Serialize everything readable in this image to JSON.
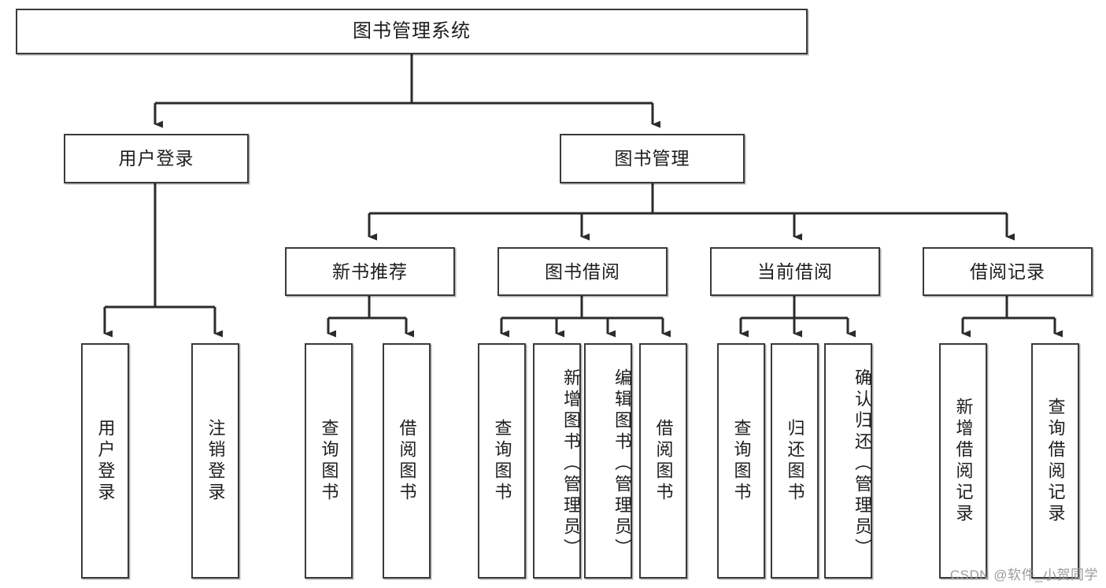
{
  "diagram": {
    "type": "tree-hierarchy-chart",
    "title": "图书管理系统",
    "colors": {
      "box_border": "#3a3a3a",
      "box_fill": "#ffffff",
      "connector": "#2b2b2b",
      "text": "#1d1d1d",
      "watermark": "#9b9b9b",
      "background": "#ffffff"
    },
    "root": {
      "label": "图书管理系统"
    },
    "level2": [
      {
        "label": "用户登录"
      },
      {
        "label": "图书管理"
      }
    ],
    "level3": [
      {
        "label": "新书推荐"
      },
      {
        "label": "图书借阅"
      },
      {
        "label": "当前借阅"
      },
      {
        "label": "借阅记录"
      }
    ],
    "leaves": {
      "user_login": [
        {
          "label": "用户登录"
        },
        {
          "label": "注销登录"
        }
      ],
      "new_book_recommend": [
        {
          "label": "查询图书"
        },
        {
          "label": "借阅图书"
        }
      ],
      "book_borrow": [
        {
          "label": "查询图书"
        },
        {
          "label": "新增图书（管理员）"
        },
        {
          "label": "编辑图书（管理员）"
        },
        {
          "label": "借阅图书"
        }
      ],
      "current_borrow": [
        {
          "label": "查询图书"
        },
        {
          "label": "归还图书"
        },
        {
          "label": "确认归还（管理员）"
        }
      ],
      "borrow_record": [
        {
          "label": "新增借阅记录"
        },
        {
          "label": "查询借阅记录"
        }
      ]
    },
    "watermark": "CSDN @软件_小贺同学"
  }
}
